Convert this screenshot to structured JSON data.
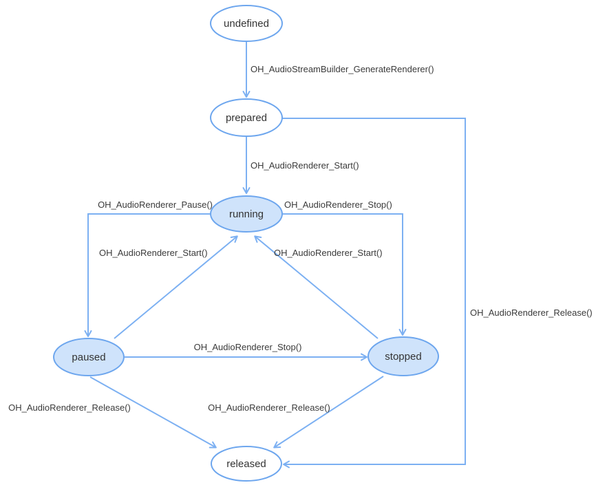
{
  "diagram": {
    "type": "state-diagram",
    "subject": "audio-renderer-lifecycle"
  },
  "colors": {
    "node_stroke": "#6da6ee",
    "node_fill_active": "#cfe3fb",
    "node_fill_plain": "#ffffff",
    "edge": "#7cb0f2",
    "label_text": "#3a3a3a"
  },
  "nodes": [
    {
      "id": "undefined",
      "label": "undefined",
      "filled": false
    },
    {
      "id": "prepared",
      "label": "prepared",
      "filled": false
    },
    {
      "id": "running",
      "label": "running",
      "filled": true
    },
    {
      "id": "paused",
      "label": "paused",
      "filled": true
    },
    {
      "id": "stopped",
      "label": "stopped",
      "filled": true
    },
    {
      "id": "released",
      "label": "released",
      "filled": false
    }
  ],
  "transitions": [
    {
      "from": "undefined",
      "to": "prepared",
      "label": "OH_AudioStreamBuilder_GenerateRenderer()"
    },
    {
      "from": "prepared",
      "to": "running",
      "label": "OH_AudioRenderer_Start()"
    },
    {
      "from": "running",
      "to": "paused",
      "label": "OH_AudioRenderer_Pause()"
    },
    {
      "from": "running",
      "to": "stopped",
      "label": "OH_AudioRenderer_Stop()"
    },
    {
      "from": "paused",
      "to": "running",
      "label": "OH_AudioRenderer_Start()"
    },
    {
      "from": "stopped",
      "to": "running",
      "label": "OH_AudioRenderer_Start()"
    },
    {
      "from": "paused",
      "to": "stopped",
      "label": "OH_AudioRenderer_Stop()"
    },
    {
      "from": "paused",
      "to": "released",
      "label": "OH_AudioRenderer_Release()"
    },
    {
      "from": "stopped",
      "to": "released",
      "label": "OH_AudioRenderer_Release()"
    },
    {
      "from": "prepared",
      "to": "released",
      "label": "OH_AudioRenderer_Release()"
    }
  ]
}
